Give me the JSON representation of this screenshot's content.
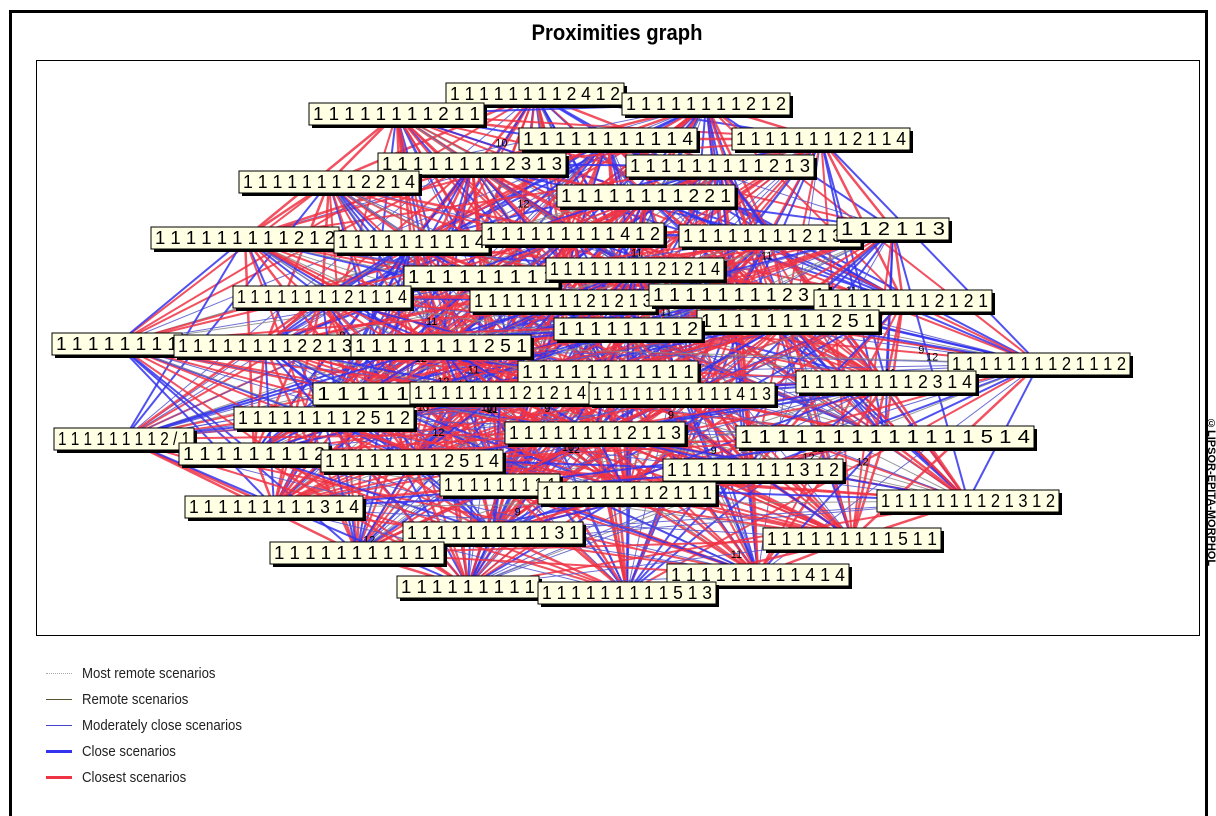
{
  "title": "Proximities graph",
  "copyright": "©LIPSOR-EPITA-MORPHOL",
  "legend": [
    {
      "label": "Most remote scenarios",
      "color": "#aaaaaa",
      "style": "dotted",
      "weight": 1
    },
    {
      "label": "Remote scenarios",
      "color": "#555533",
      "style": "solid",
      "weight": 1
    },
    {
      "label": "Moderately close scenarios",
      "color": "#4444cc",
      "style": "solid",
      "weight": 1
    },
    {
      "label": "Close scenarios",
      "color": "#3333ee",
      "style": "solid",
      "weight": 3
    },
    {
      "label": "Closest scenarios",
      "color": "#ee3344",
      "style": "solid",
      "weight": 3
    }
  ],
  "colors": {
    "node_fill": "#ffffe4",
    "node_shadow": "#000000",
    "closest": "#ee3344",
    "close": "#3333ee",
    "moderate": "#5555cc",
    "remote": "#888888"
  },
  "nodes": [
    {
      "label": "1 1 1 1 1 1 1 1 2 4 1 2"
    },
    {
      "label": "1 1 1 1 1 1 1 1 2 1 1"
    },
    {
      "label": "1 1 1 1 1 1 1 1 2 1 2"
    },
    {
      "label": "1 1 1 1 1 1 1 1 1 1 4"
    },
    {
      "label": "1 1 1 1 1 1 1 1 2 1 1 4"
    },
    {
      "label": "1 1 1 1 1 1 1 1 2 3 1 3"
    },
    {
      "label": "1 1 1 1 1 1 1 1 1 2 1 3"
    },
    {
      "label": "1 1 1 1 1 1 1 1 2 2 1 4"
    },
    {
      "label": "1 1 1 1 1 1 1 1 2 2 1"
    },
    {
      "label": "1 1 1 1 1 1 1 1 1 2 1 2"
    },
    {
      "label": "1 1 1 1 1 1 1 1 1 4"
    },
    {
      "label": "1 1 1 1 1 1 1 1 1 4 1 2"
    },
    {
      "label": "1 1 1 1 1 1 1 1 2 1 3 1"
    },
    {
      "label": "1 1 2 1 1 3"
    },
    {
      "label": "1 1 1 1 1 1 1 1 2"
    },
    {
      "label": "1 1 1 1 1 1 1 1 2 1 2 1 4"
    },
    {
      "label": "1 1 1 1 1 1 1 1 2 1 1 1 4"
    },
    {
      "label": "1 1 1 1 1 1 1 1 2 1 2 1 3"
    },
    {
      "label": "1 1 1 1 1 1 1 1 2 3 1"
    },
    {
      "label": "1 1 1 1 1 1 1 1 2 1 2 1"
    },
    {
      "label": "1 1 1 1 1 1 1 1 2 5 1"
    },
    {
      "label": "1 1 1 1 1 1 1 1 2"
    },
    {
      "label": "1 1 1 1 1 1 1 1"
    },
    {
      "label": "1 1 1 1 1 1 1 1 2 2 1 3"
    },
    {
      "label": "1 1 1 1 1 1 1 1 2 5 1"
    },
    {
      "label": "1 1 1 1 1 1 1 1 2 1 1 1 2"
    },
    {
      "label": "1 1 1 1 1 1 1 1 1 1 1"
    },
    {
      "label": "1 1 1 1 1"
    },
    {
      "label": "1 1 1 1 1 1 1 1 2 1 2 1 4"
    },
    {
      "label": "1 1 1 1 1 1 1 1 1 1 1 4 1 3"
    },
    {
      "label": "1 1 1 1 1 1 1 1 2 3 1 4"
    },
    {
      "label": "1 1 1 1 1 1 1 1 2 5 1 2"
    },
    {
      "label": "1 1 1 1 1 1 1 1 2 / 1"
    },
    {
      "label": "1 1 1 1 1 1 1 1 2"
    },
    {
      "label": "1 1 1 1 1 1 1 1 2 5 1 4"
    },
    {
      "label": "1 1 1 1 1 1 1 1 2 1 1 3"
    },
    {
      "label": "1 1 1 1 1 1 1 1 1 1 1 1 1 5 1 4"
    },
    {
      "label": "1 1 1 1 1 1 1 1 1 3 1 2"
    },
    {
      "label": "1 1 1 1 1 1 1 1 1"
    },
    {
      "label": "1 1 1 1 1 1 1 1 2 1 1 1"
    },
    {
      "label": "1 1 1 1 1 1 1 1 2 1 3 1 2"
    },
    {
      "label": "1 1 1 1 1 1 1 1 1 3 1 4"
    },
    {
      "label": "1 1 1 1 1 1 1 1 1 1 3 1"
    },
    {
      "label": "1 1 1 1 1 1 1 1 1 5 1 1"
    },
    {
      "label": "1 1 1 1 1 1 1 1 1 1 1"
    },
    {
      "label": "1 1 1 1 1 1 1 1 1 4 1 4"
    },
    {
      "label": "1 1 1 1 1 1 1 1 1"
    },
    {
      "label": "1 1 1 1 1 1 1 1 1 5 1 3"
    }
  ],
  "edge_labels": [
    "10",
    "11",
    "12",
    "9",
    "10",
    "11",
    "12",
    "9",
    "10",
    "11",
    "12",
    "10",
    "11",
    "9",
    "12",
    "10",
    "11",
    "12",
    "9",
    "10",
    "11",
    "12",
    "10",
    "11",
    "12",
    "9",
    "10",
    "11",
    "12",
    "10",
    "11",
    "12",
    "9",
    "10",
    "11",
    "12",
    "10",
    "11",
    "12",
    "9",
    "10",
    "11",
    "12",
    "10",
    "11",
    "12",
    "9",
    "10",
    "11",
    "12",
    "10",
    "11",
    "12",
    "9",
    "10",
    "11",
    "12",
    "10",
    "11",
    "12",
    "9",
    "10",
    "11",
    "12"
  ]
}
